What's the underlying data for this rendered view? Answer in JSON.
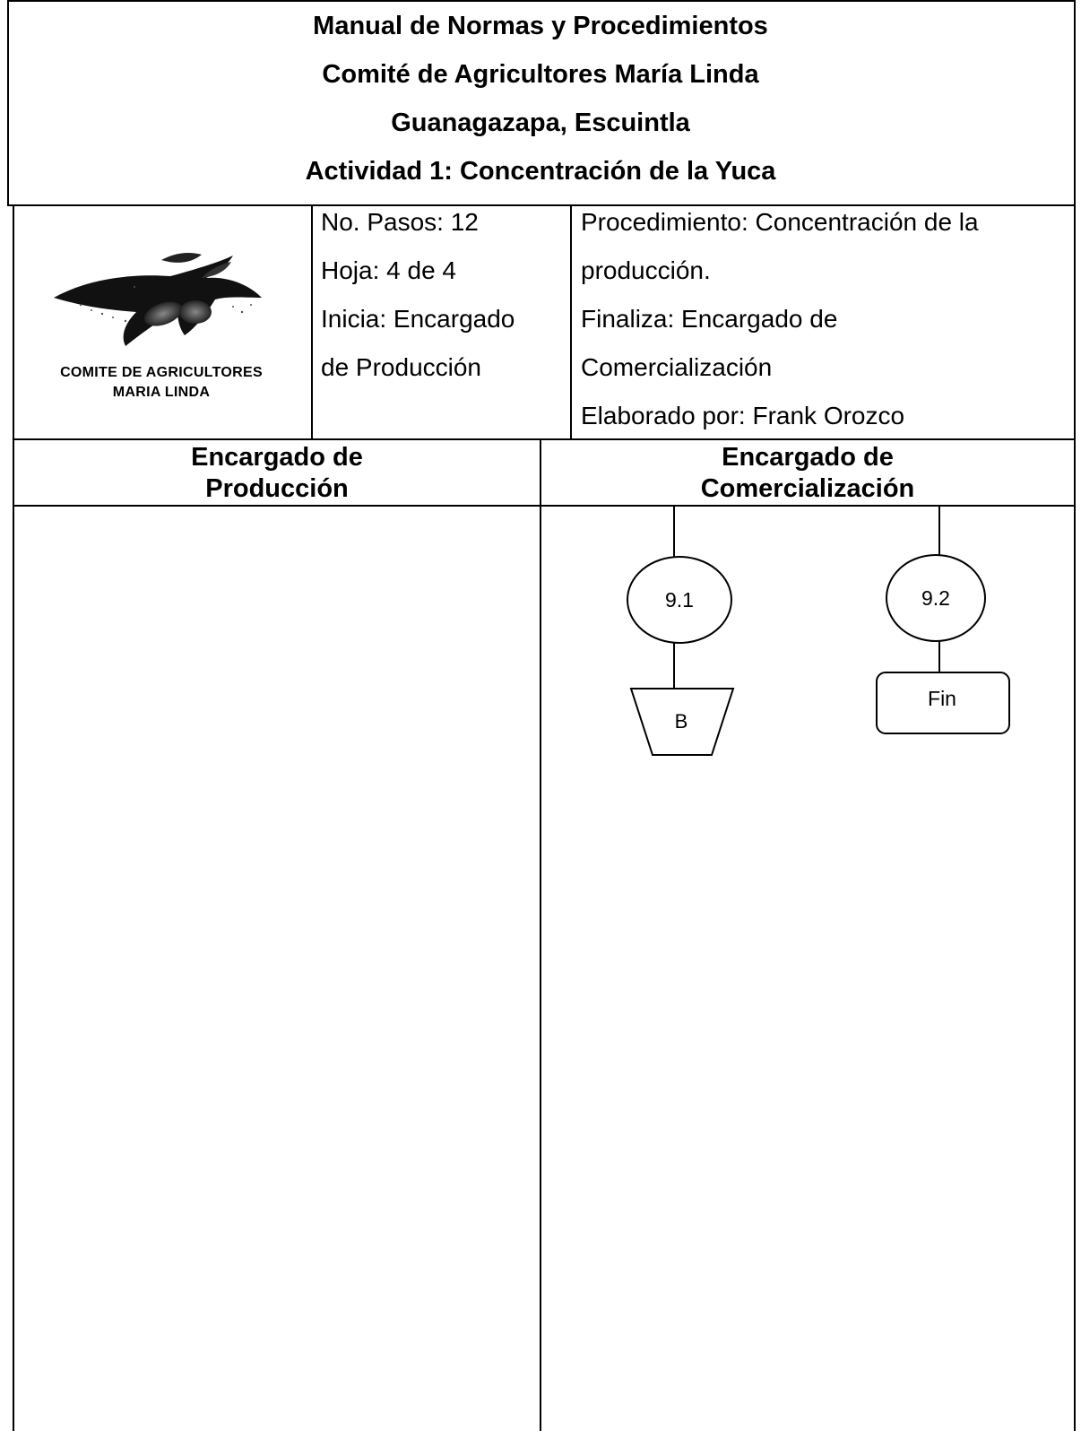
{
  "header": {
    "line1": "Manual de Normas y Procedimientos",
    "line2": "Comité de Agricultores María Linda",
    "line3": "Guanagazapa, Escuintla",
    "line4": "Actividad 1: Concentración de la Yuca"
  },
  "logo": {
    "text_line1": "COMITE DE AGRICULTORES",
    "text_line2": "MARIA LINDA"
  },
  "meta": {
    "pasos": "No. Pasos: 12",
    "hoja": "Hoja:  4 de 4",
    "inicia_1": "Inicia: Encargado",
    "inicia_2": "de Producción",
    "procedimiento_1": "Procedimiento: Concentración de la",
    "procedimiento_2": "producción.",
    "finaliza_1": "Finaliza: Encargado de",
    "finaliza_2": "Comercialización",
    "elaborado": "Elaborado por:  Frank Orozco"
  },
  "lanes": {
    "produccion_1": "Encargado de",
    "produccion_2": "Producción",
    "comercializacion_1": "Encargado de",
    "comercializacion_2": "Comercialización"
  },
  "flow": {
    "node_91": "9.1",
    "node_92": "9.2",
    "connector_b": "B",
    "end": "Fin"
  }
}
